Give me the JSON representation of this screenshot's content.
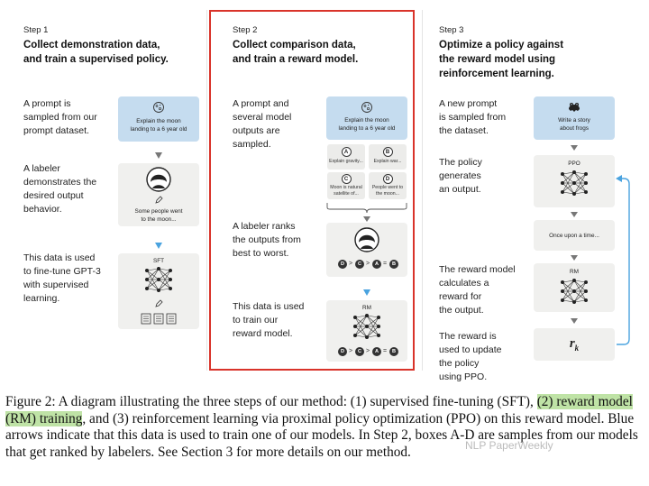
{
  "steps": [
    {
      "num": "Step 1",
      "title_lines": [
        "Collect demonstration data,",
        "and train a supervised policy."
      ],
      "desc1": [
        "A prompt is",
        "sampled from our",
        "prompt dataset."
      ],
      "desc2": [
        "A labeler",
        "demonstrates the",
        "desired output",
        "behavior."
      ],
      "desc3": [
        "This data is used",
        "to fine-tune GPT-3",
        "with supervised",
        "learning."
      ],
      "prompt_text": [
        "Explain the moon",
        "landing to a 6 year old"
      ],
      "labeler_text": [
        "Some people went",
        "to the moon..."
      ],
      "model_label": "SFT"
    },
    {
      "num": "Step 2",
      "title_lines": [
        "Collect comparison data,",
        "and train a reward model."
      ],
      "desc1": [
        "A prompt and",
        "several model",
        "outputs are",
        "sampled."
      ],
      "desc2": [
        "A labeler ranks",
        "the outputs from",
        "best to worst."
      ],
      "desc3": [
        "This data is used",
        "to train our",
        "reward model."
      ],
      "prompt_text": [
        "Explain the moon",
        "landing to a 6 year old"
      ],
      "samples": [
        {
          "letter": "A",
          "text": [
            "Explain gravity..."
          ]
        },
        {
          "letter": "B",
          "text": [
            "Explain war..."
          ]
        },
        {
          "letter": "C",
          "text": [
            "Moon is natural",
            "satellite of..."
          ]
        },
        {
          "letter": "D",
          "text": [
            "People went to",
            "the moon..."
          ]
        }
      ],
      "ranking": [
        {
          "t": "letter",
          "v": "D"
        },
        {
          "t": "sym",
          "v": ">"
        },
        {
          "t": "letter",
          "v": "C"
        },
        {
          "t": "sym",
          "v": ">"
        },
        {
          "t": "letter",
          "v": "A"
        },
        {
          "t": "sym",
          "v": "="
        },
        {
          "t": "letter",
          "v": "B"
        }
      ],
      "model_label": "RM"
    },
    {
      "num": "Step 3",
      "title_lines": [
        "Optimize a policy against",
        "the reward model using",
        "reinforcement learning."
      ],
      "desc1": [
        "A new prompt",
        "is sampled from",
        "the dataset."
      ],
      "desc2": [
        "The policy",
        "generates",
        "an output."
      ],
      "desc3": [
        "The reward model",
        "calculates a",
        "reward for",
        "the output."
      ],
      "desc4": [
        "The reward is",
        "used to update",
        "the policy",
        "using PPO."
      ],
      "prompt_text": [
        "Write a story",
        "about frogs"
      ],
      "policy_label": "PPO",
      "output_text": "Once upon a time...",
      "rm_label": "RM",
      "reward_symbol": "r",
      "reward_sub": "k"
    }
  ],
  "caption": {
    "pre": "Figure 2: A diagram illustrating the three steps of our method: (1) supervised fine-tuning (SFT), ",
    "highlight": "(2) reward model (RM) training",
    "post": ", and (3) reinforcement learning via proximal policy optimization (PPO) on this reward model. Blue arrows indicate that this data is used to train one of our models. In Step 2, boxes A-D are samples from our models that get ranked by labelers. See Section 3 for more details on our method."
  },
  "watermark": "NLP PaperWeekly",
  "colors": {
    "accent_blue": "#4aa3df",
    "frame_red": "#d9332a",
    "prompt_card": "#c5dcef",
    "card_gray": "#f0f0ee",
    "highlight_green": "#bfe3a6"
  }
}
